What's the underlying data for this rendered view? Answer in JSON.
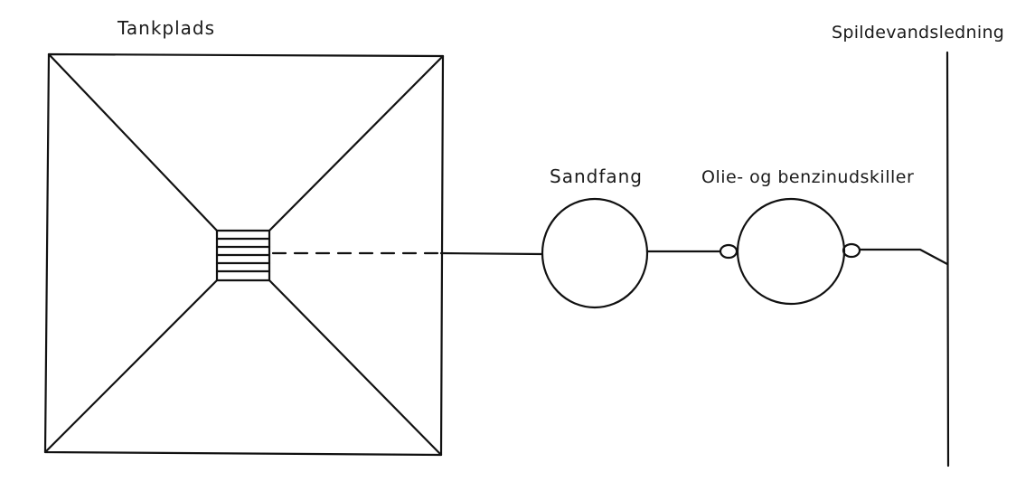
{
  "labels": {
    "tank_area": "Tankplads",
    "sand_trap": "Sandfang",
    "separator": "Olie- og benzinudskiller",
    "sewer": "Spildevandsledning"
  },
  "colors": {
    "paper": "#ffffff",
    "ink": "#111111"
  }
}
